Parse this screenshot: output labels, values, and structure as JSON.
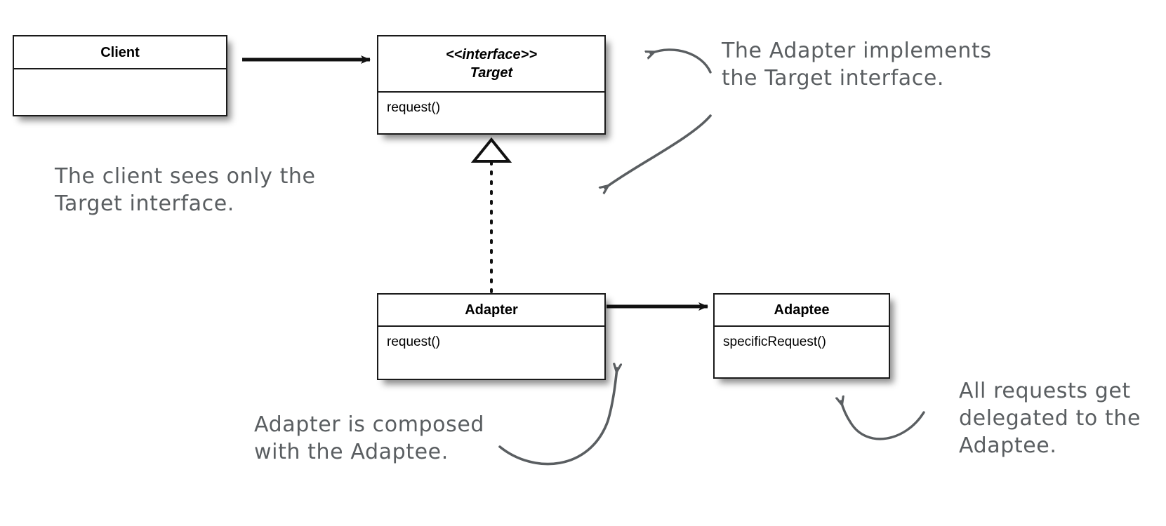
{
  "diagram": {
    "title": "Adapter Pattern UML class diagram",
    "stroke_color": "#1a1a1a",
    "note_color": "#5a5e61",
    "background": "#ffffff"
  },
  "classes": {
    "client": {
      "name": "Client",
      "members": []
    },
    "target": {
      "stereotype": "<<interface>>",
      "name": "Target",
      "members": [
        "request()"
      ]
    },
    "adapter": {
      "name": "Adapter",
      "members": [
        "request()"
      ]
    },
    "adaptee": {
      "name": "Adaptee",
      "members": [
        "specificRequest()"
      ]
    }
  },
  "connectors": [
    {
      "id": "client-to-target",
      "kind": "association-arrow",
      "from": "Client",
      "to": "Target"
    },
    {
      "id": "adapter-realizes-target",
      "kind": "realization-dotted-hollow-triangle",
      "from": "Adapter",
      "to": "Target"
    },
    {
      "id": "adapter-to-adaptee",
      "kind": "association-arrow",
      "from": "Adapter",
      "to": "Adaptee"
    }
  ],
  "notes": {
    "client_note": "The client sees only the\nTarget interface.",
    "adapter_implements_note": "The Adapter implements\nthe Target interface.",
    "composed_note": "Adapter is composed\nwith the Adaptee.",
    "delegated_note": "All requests get\ndelegated to the\nAdaptee."
  },
  "note_arrows": [
    {
      "id": "arrow-to-target-box",
      "points_to": "Target"
    },
    {
      "id": "arrow-to-adapter-box",
      "points_to": "Adapter"
    },
    {
      "id": "arrow-to-adapter-association",
      "points_to": "adapter-to-adaptee"
    },
    {
      "id": "arrow-to-adaptee-box",
      "points_to": "Adaptee"
    }
  ]
}
